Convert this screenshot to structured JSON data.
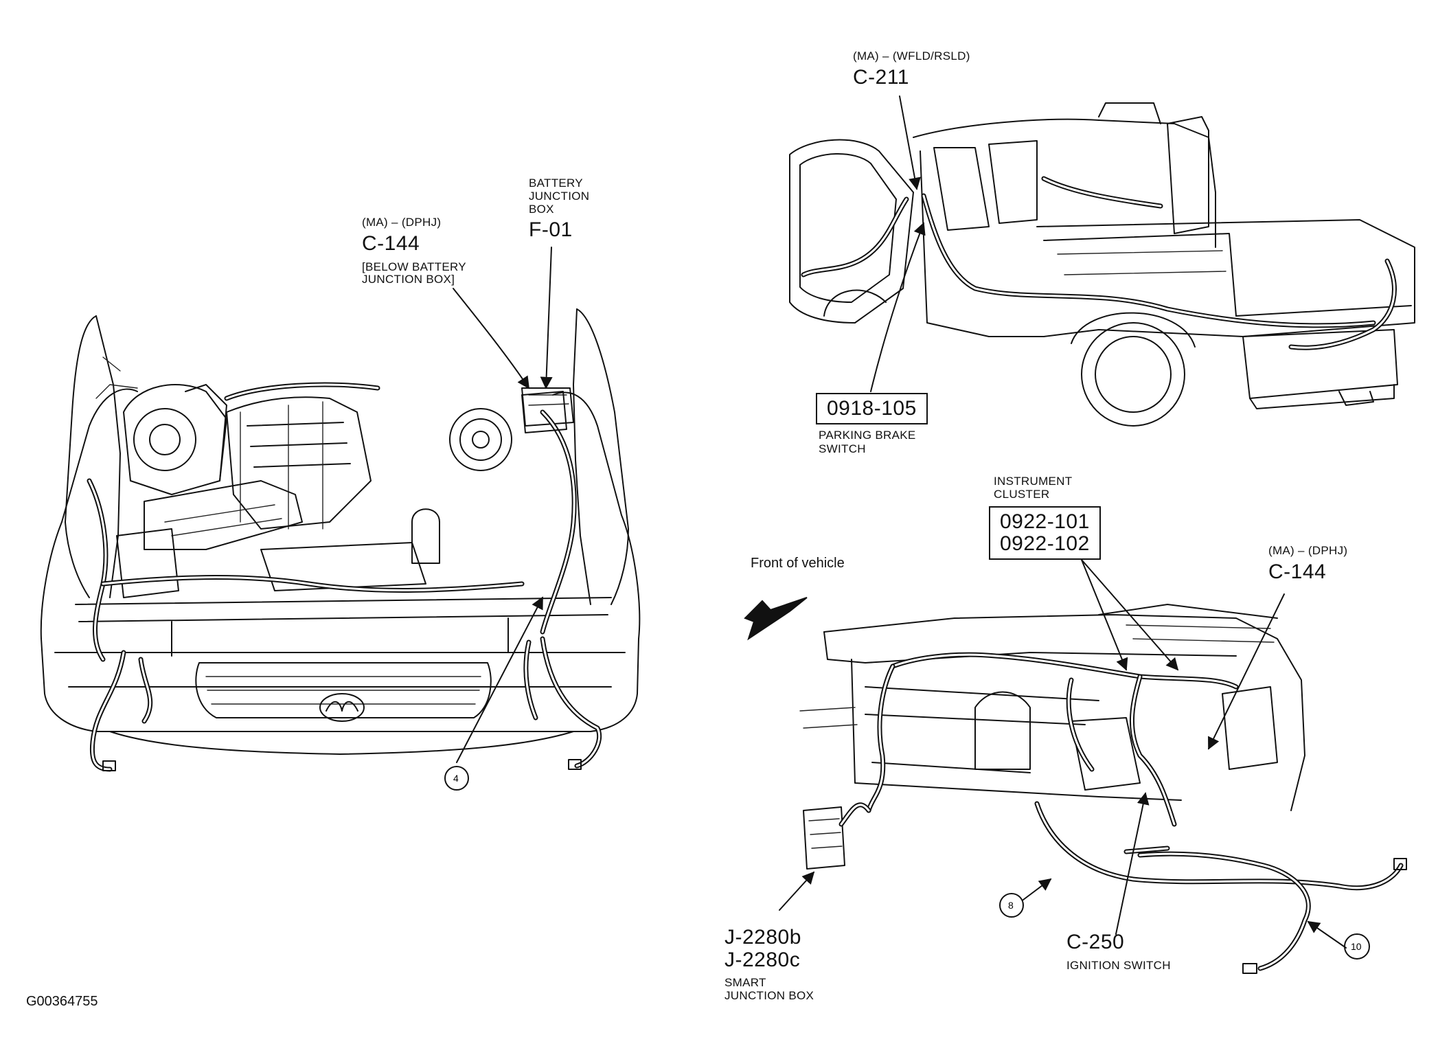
{
  "engine_view": {
    "c144_code": "(MA) – (DPHJ)",
    "c144_id": "C-144",
    "c144_note_line1": "[BELOW BATTERY",
    "c144_note_line2": "JUNCTION BOX]",
    "bjb_line1": "BATTERY",
    "bjb_line2": "JUNCTION",
    "bjb_line3": "BOX",
    "bjb_id": "F-01",
    "callout_4": "4"
  },
  "rear_view": {
    "c211_code": "(MA) – (WFLD/RSLD)",
    "c211_id": "C-211",
    "brake_box": "0918-105",
    "brake_line1": "PARKING BRAKE",
    "brake_line2": "SWITCH"
  },
  "dash_view": {
    "cluster_line1": "INSTRUMENT",
    "cluster_line2": "CLUSTER",
    "cluster_box_line1": "0922-101",
    "cluster_box_line2": "0922-102",
    "front_of_vehicle": "Front of vehicle",
    "c144_code": "(MA) – (DPHJ)",
    "c144_id": "C-144",
    "sjb_id1": "J-2280b",
    "sjb_id2": "J-2280c",
    "sjb_line1": "SMART",
    "sjb_line2": "JUNCTION BOX",
    "c250_id": "C-250",
    "c250_label": "IGNITION SWITCH",
    "callout_8": "8",
    "callout_10": "10"
  },
  "figure_id": "G00364755"
}
